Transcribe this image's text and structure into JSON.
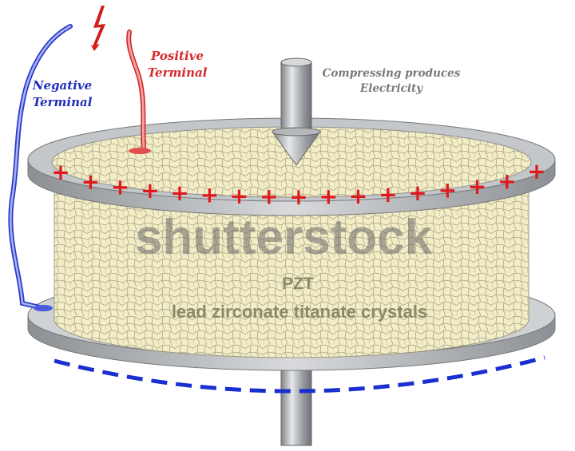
{
  "labels": {
    "positive_terminal": [
      "Positive",
      "Terminal"
    ],
    "negative_terminal": [
      "Negative",
      "Terminal"
    ],
    "compression_note": [
      "Compressing produces",
      "Electricity"
    ],
    "material_abbr": "PZT",
    "material_name": "lead zirconate titanate crystals",
    "positive_charge_symbol": "+"
  },
  "watermark": "shutterstock",
  "colors": {
    "positive": "#e0191e",
    "negative": "#1a2fd0",
    "crystal": "#f2ecc4",
    "plate": "#b8bcc0",
    "note": "#7a7a7a"
  }
}
